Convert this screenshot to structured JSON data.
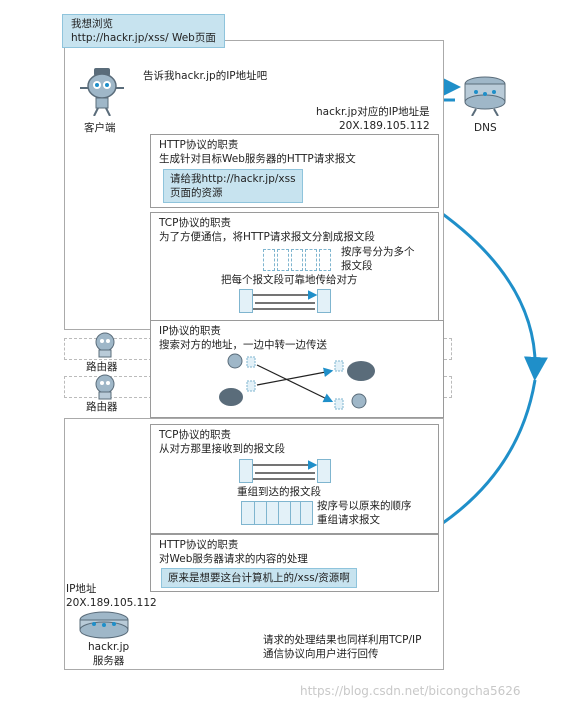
{
  "callout_top": {
    "line1": "我想浏览",
    "line2": "http://hackr.jp/xss/ Web页面"
  },
  "client": {
    "label": "客户端"
  },
  "dns": {
    "label": "DNS"
  },
  "msg_ask_ip": "告诉我hackr.jp的IP地址吧",
  "msg_reply_ip": {
    "line1": "hackr.jp对应的IP地址是",
    "line2": "20X.189.105.112"
  },
  "http_client": {
    "title": "HTTP协议的职责",
    "desc": "生成针对目标Web服务器的HTTP请求报文",
    "request": {
      "line1": "请给我http://hackr.jp/xss",
      "line2": "页面的资源"
    }
  },
  "tcp_client": {
    "title": "TCP协议的职责",
    "desc": "为了方便通信，将HTTP请求报文分割成报文段",
    "split_note": {
      "line1": "按序号分为多个",
      "line2": "报文段"
    },
    "send_note": "把每个报文段可靠地传给对方"
  },
  "ip": {
    "title": "IP协议的职责",
    "desc": "搜索对方的地址，一边中转一边传送"
  },
  "router": {
    "label": "路由器"
  },
  "tcp_server": {
    "title": "TCP协议的职责",
    "desc": "从对方那里接收到的报文段",
    "reassemble": "重组到达的报文段",
    "order_note": {
      "line1": "按序号以原来的顺序",
      "line2": "重组请求报文"
    }
  },
  "http_server": {
    "title": "HTTP协议的职责",
    "desc": "对Web服务器请求的内容的处理",
    "realize": "原来是想要这台计算机上的/xss/资源啊"
  },
  "server": {
    "ip_label": "IP地址",
    "ip": "20X.189.105.112",
    "name": "hackr.jp",
    "label": "服务器"
  },
  "response_note": {
    "line1": "请求的处理结果也同样利用TCP/IP",
    "line2": "通信协议向用户进行回传"
  },
  "watermark": "https://blog.csdn.net/bicongcha5626",
  "colors": {
    "accent": "#1f8fc9",
    "callout": "#c7e3ef",
    "border": "#9a9a9a"
  }
}
